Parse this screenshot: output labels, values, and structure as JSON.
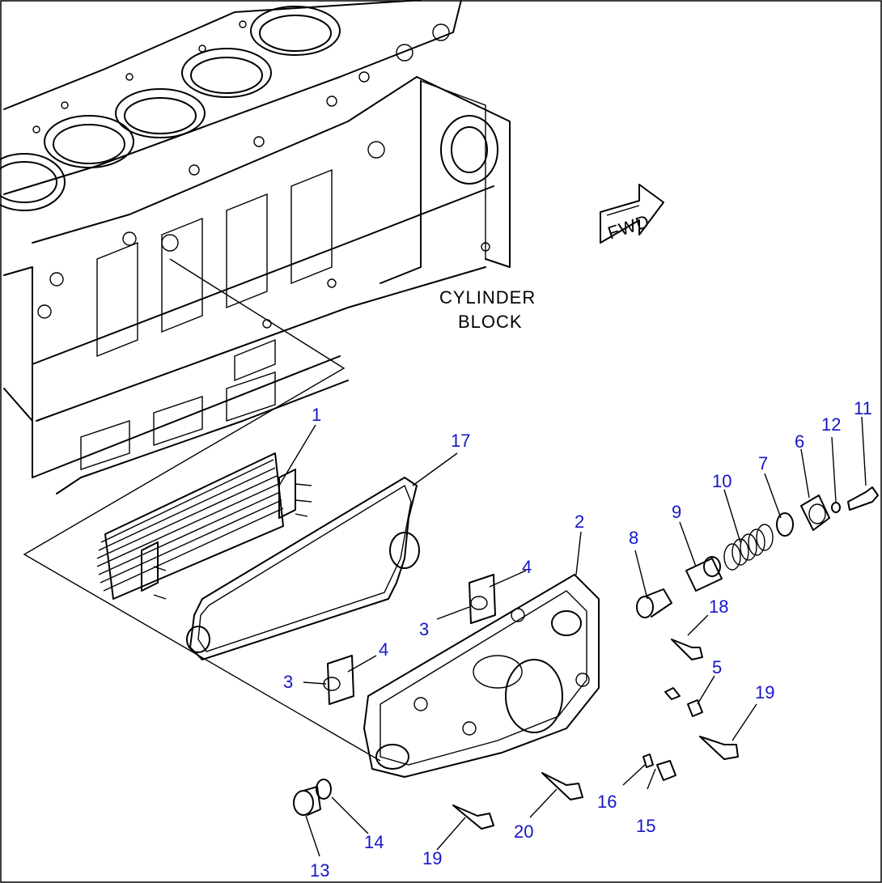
{
  "labels": {
    "block_line1": "CYLINDER",
    "block_line2": "BLOCK",
    "fwd": "FWD"
  },
  "colors": {
    "callout": "#1515c8",
    "line": "#000000",
    "background": "#ffffff"
  },
  "callouts": [
    "1",
    "2",
    "3",
    "3",
    "4",
    "4",
    "5",
    "6",
    "7",
    "8",
    "9",
    "10",
    "11",
    "12",
    "13",
    "14",
    "15",
    "16",
    "17",
    "18",
    "19",
    "19",
    "20"
  ]
}
